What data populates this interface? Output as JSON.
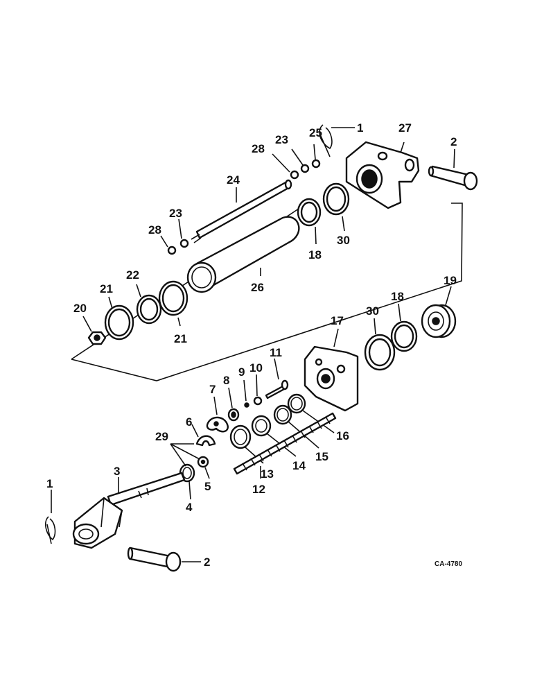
{
  "drawing_code": "CA-4780",
  "callouts": {
    "c1a": "1",
    "c1b": "1",
    "c2a": "2",
    "c2b": "2",
    "c3": "3",
    "c4": "4",
    "c5": "5",
    "c6": "6",
    "c7": "7",
    "c8": "8",
    "c9": "9",
    "c10": "10",
    "c11": "11",
    "c12": "12",
    "c13": "13",
    "c14": "14",
    "c15": "15",
    "c16": "16",
    "c17": "17",
    "c18a": "18",
    "c18b": "18",
    "c19": "19",
    "c20": "20",
    "c21a": "21",
    "c21b": "21",
    "c22": "22",
    "c23a": "23",
    "c23b": "23",
    "c24": "24",
    "c25": "25",
    "c26": "26",
    "c27": "27",
    "c28a": "28",
    "c28b": "28",
    "c29": "29",
    "c30a": "30",
    "c30b": "30"
  }
}
